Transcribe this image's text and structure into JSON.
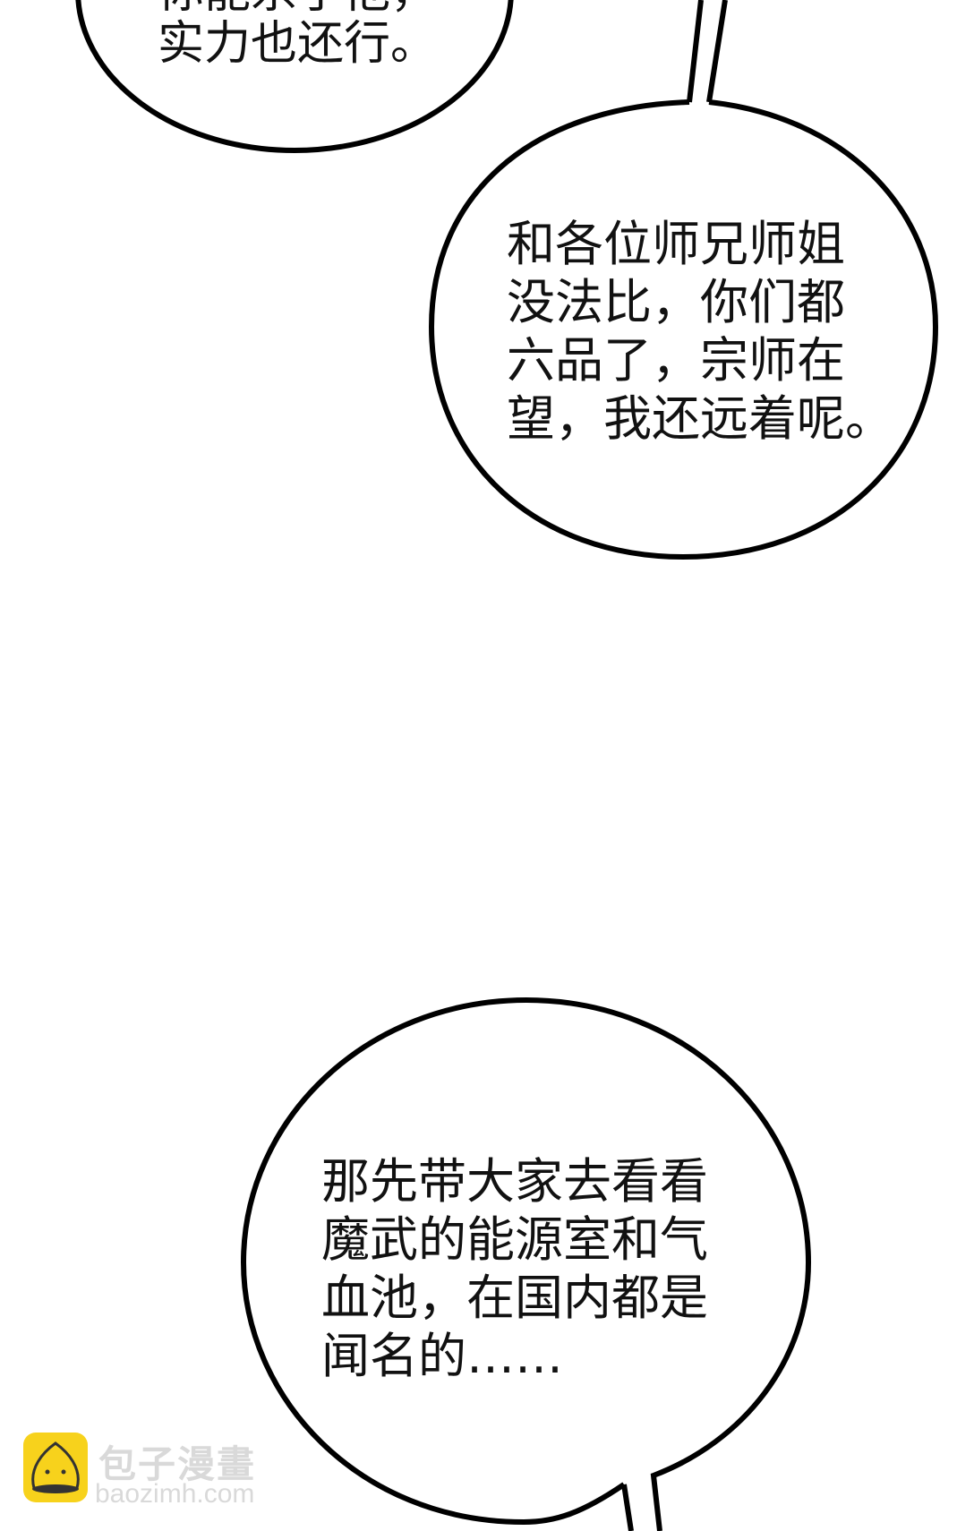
{
  "bubbles": [
    {
      "lines": [
        "你能杀了他，",
        "实力也还行。"
      ]
    },
    {
      "lines": [
        "和各位师兄师姐",
        "没法比，你们都",
        "六品了，宗师在",
        "望，我还远着呢。"
      ]
    },
    {
      "lines": [
        "那先带大家去看看",
        "魔武的能源室和气",
        "血池，在国内都是",
        "闻名的……"
      ]
    }
  ],
  "watermark": {
    "title": "包子漫畫",
    "url": "baozimh.com",
    "logo_color": "#f7d21c"
  }
}
